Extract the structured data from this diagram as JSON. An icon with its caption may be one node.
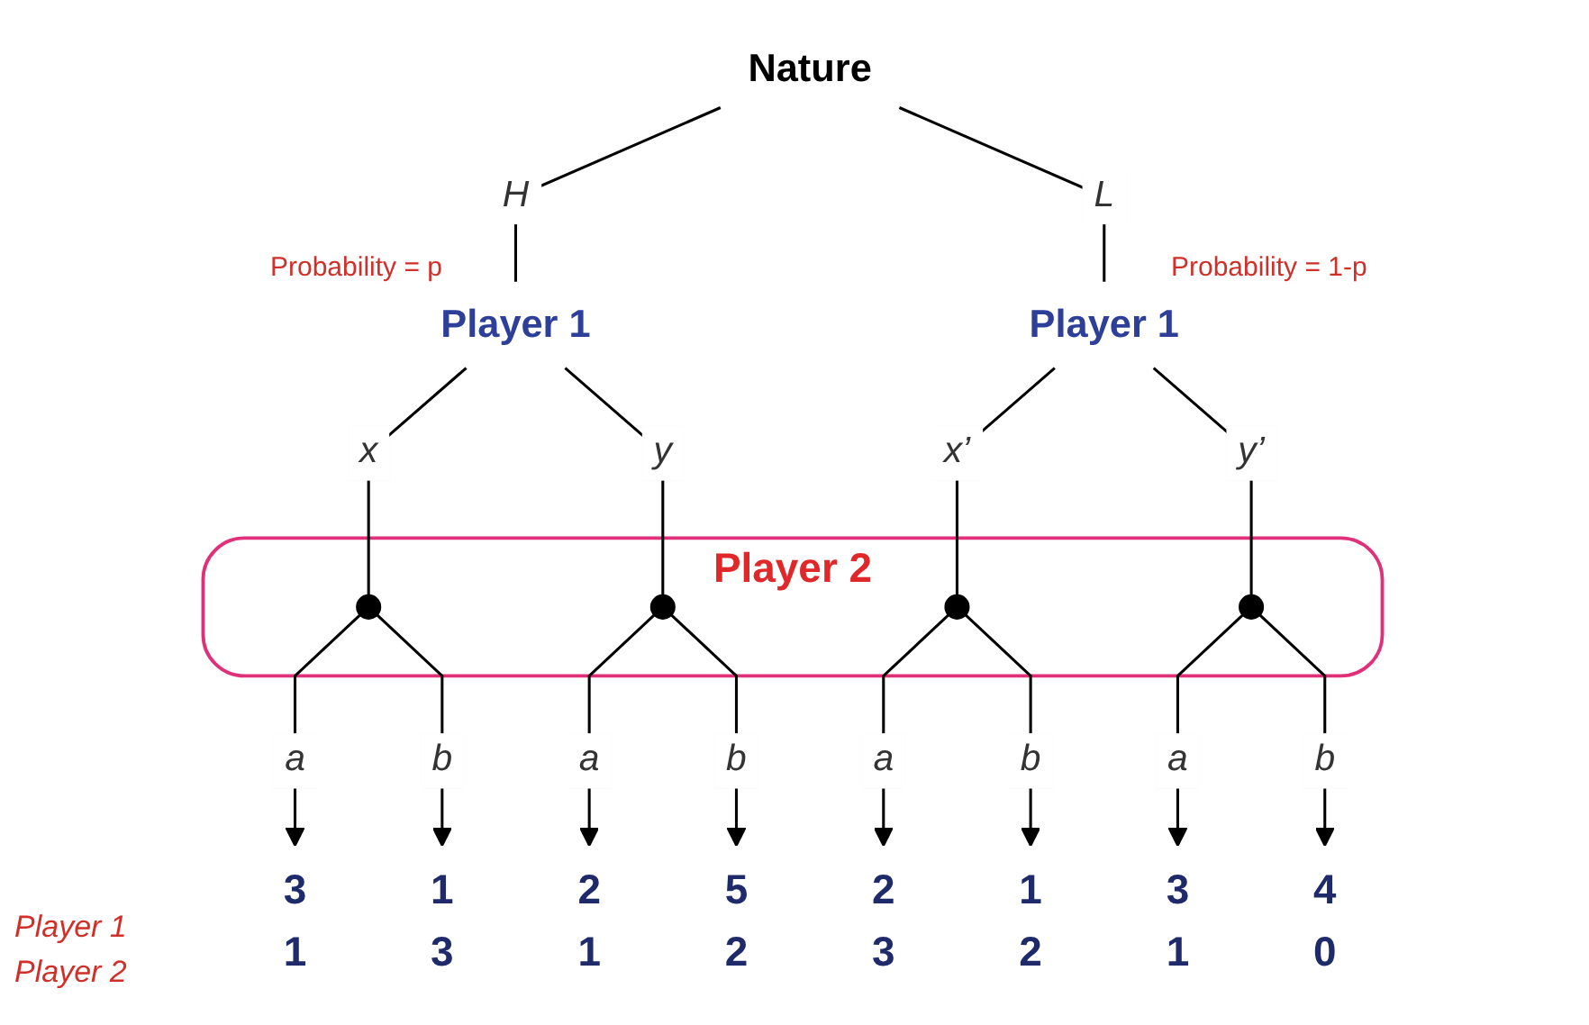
{
  "diagram": {
    "nodes": [
      {
        "text": [
          "Nature"
        ]
      },
      {
        "text": [
          "Player 1"
        ]
      },
      {
        "text": [
          "Player 1"
        ]
      },
      {
        "text": [
          "Player 2"
        ]
      },
      {
        "text": [],
        "shape": "circle",
        "in": 3
      },
      {
        "text": [],
        "shape": "circle",
        "in": 3
      },
      {
        "text": [],
        "shape": "circle",
        "in": 3
      },
      {
        "text": [],
        "shape": "circle",
        "in": 3
      },
      {
        "text": [
          "3",
          "1"
        ]
      },
      {
        "text": [
          "1",
          "3"
        ]
      },
      {
        "text": [
          "2",
          "1"
        ]
      },
      {
        "text": [
          "5",
          "2"
        ]
      },
      {
        "text": [
          "2",
          "3"
        ]
      },
      {
        "text": [
          "1",
          "2"
        ]
      },
      {
        "text": [
          "3",
          "1"
        ]
      },
      {
        "text": [
          "4",
          "0"
        ]
      }
    ],
    "edges": [
      {
        "from": 0,
        "to": 1,
        "arrow": "none",
        "label": "H"
      },
      {
        "from": 0,
        "to": 2,
        "arrow": "none",
        "label": "L"
      },
      {
        "from": 1,
        "to": 4,
        "arrow": "none",
        "label": "x"
      },
      {
        "from": 1,
        "to": 5,
        "arrow": "none",
        "label": "y"
      },
      {
        "from": 2,
        "to": 6,
        "arrow": "none",
        "label": "x’"
      },
      {
        "from": 2,
        "to": 7,
        "arrow": "none",
        "label": "y’"
      },
      {
        "from": 4,
        "to": 8,
        "arrow": "to",
        "label": "a"
      },
      {
        "from": 4,
        "to": 9,
        "arrow": "to",
        "label": "b"
      },
      {
        "from": 5,
        "to": 10,
        "arrow": "to",
        "label": "a"
      },
      {
        "from": 5,
        "to": 11,
        "arrow": "to",
        "label": "b"
      },
      {
        "from": 6,
        "to": 12,
        "arrow": "to",
        "label": "a"
      },
      {
        "from": 6,
        "to": 13,
        "arrow": "to",
        "label": "b"
      },
      {
        "from": 7,
        "to": 14,
        "arrow": "to",
        "label": "a"
      },
      {
        "from": 7,
        "to": 15,
        "arrow": "to",
        "label": "b"
      }
    ],
    "labels": [
      "Probability = p",
      "Probability = 1-p",
      "Player 1",
      "Player 2"
    ]
  }
}
